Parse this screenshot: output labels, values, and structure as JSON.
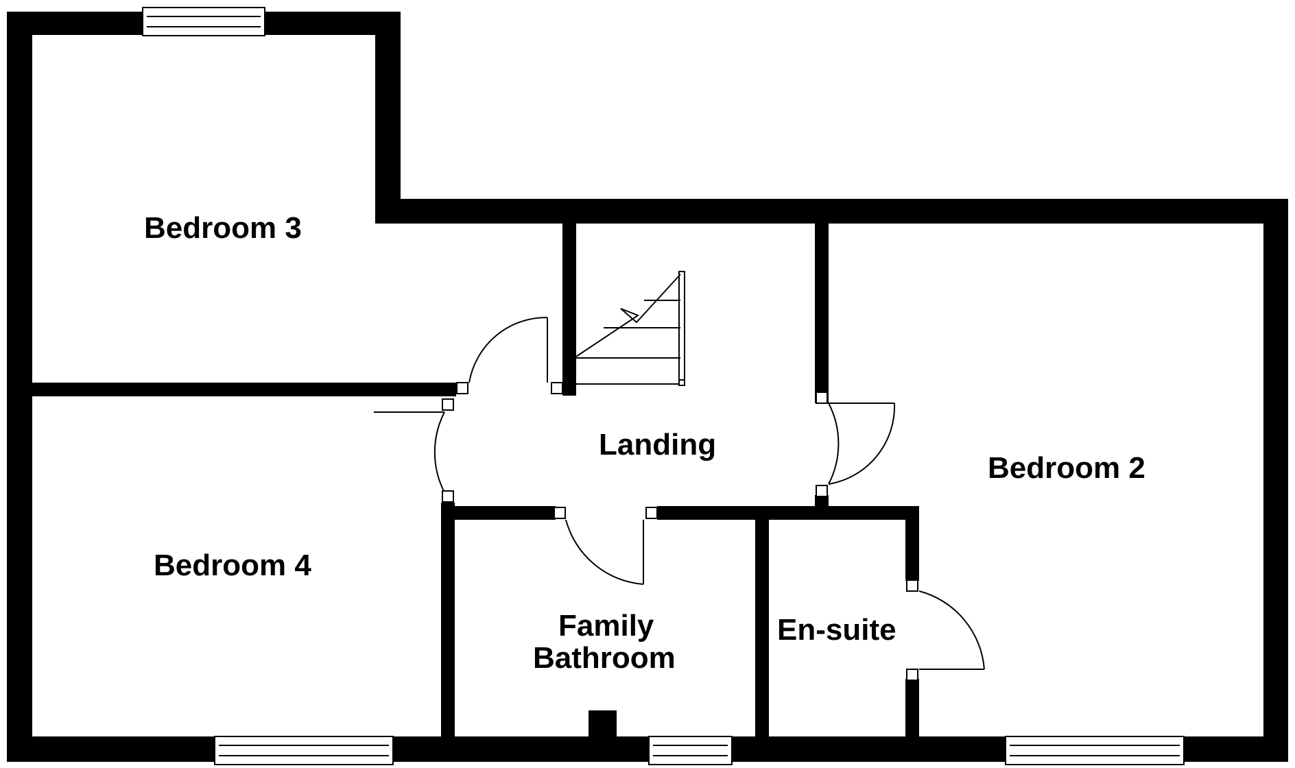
{
  "floor_plan": {
    "colors": {
      "wall": "#000000",
      "line": "#000000",
      "background": "#ffffff",
      "window_fill": "#ffffff"
    },
    "rooms": {
      "bedroom3": {
        "label": "Bedroom 3"
      },
      "bedroom4": {
        "label": "Bedroom 4"
      },
      "landing": {
        "label": "Landing"
      },
      "bedroom2": {
        "label": "Bedroom 2"
      },
      "family_bathroom": {
        "label_line1": "Family",
        "label_line2": "Bathroom"
      },
      "ensuite": {
        "label": "En-suite"
      }
    },
    "symbols": [
      "window-symbol",
      "door-swing-symbol",
      "staircase-symbol"
    ]
  }
}
